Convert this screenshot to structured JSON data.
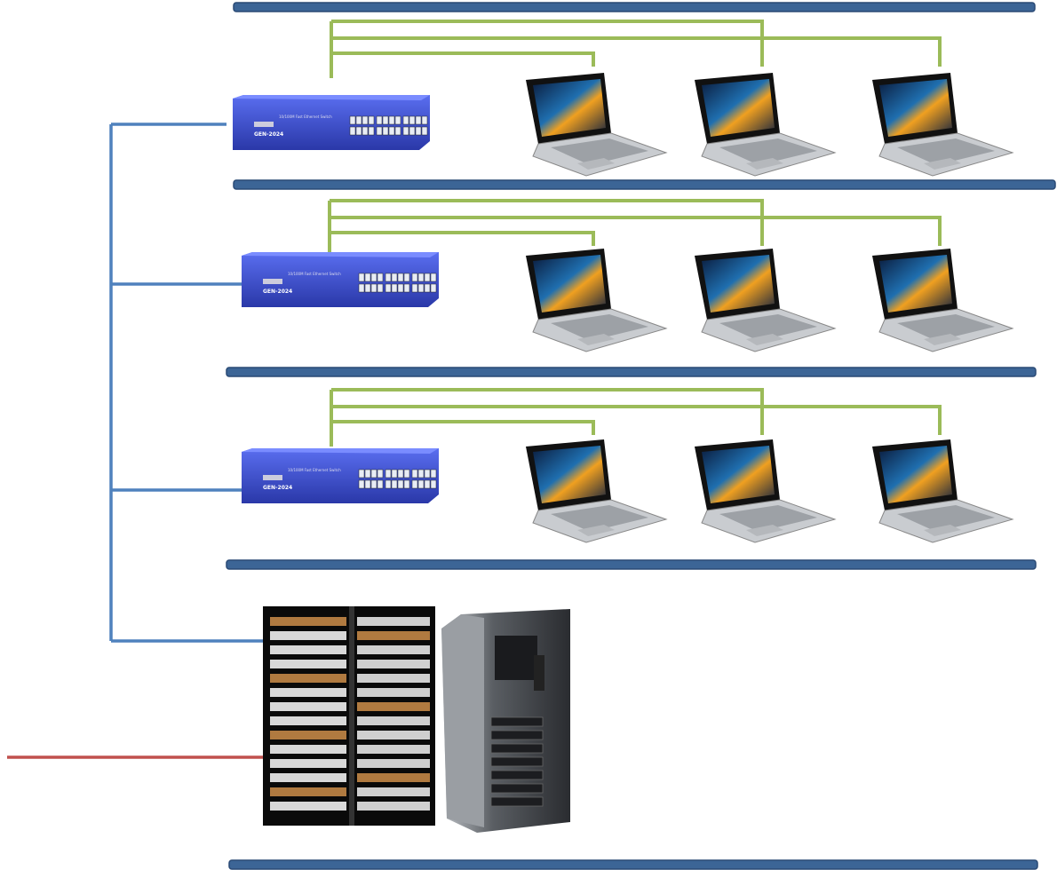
{
  "colors": {
    "lan_bar": "#3c6596",
    "trunk": "#4f81bd",
    "drop_cable": "#9bbb59",
    "uplink": "#c0504d",
    "switch_body": "#3b4fd0"
  },
  "switch": {
    "model": "GEN-2024",
    "caption": "10/100M Fast Ethernet Switch"
  },
  "icons": [
    "network-switch",
    "laptop",
    "server-rack",
    "server-tower"
  ]
}
